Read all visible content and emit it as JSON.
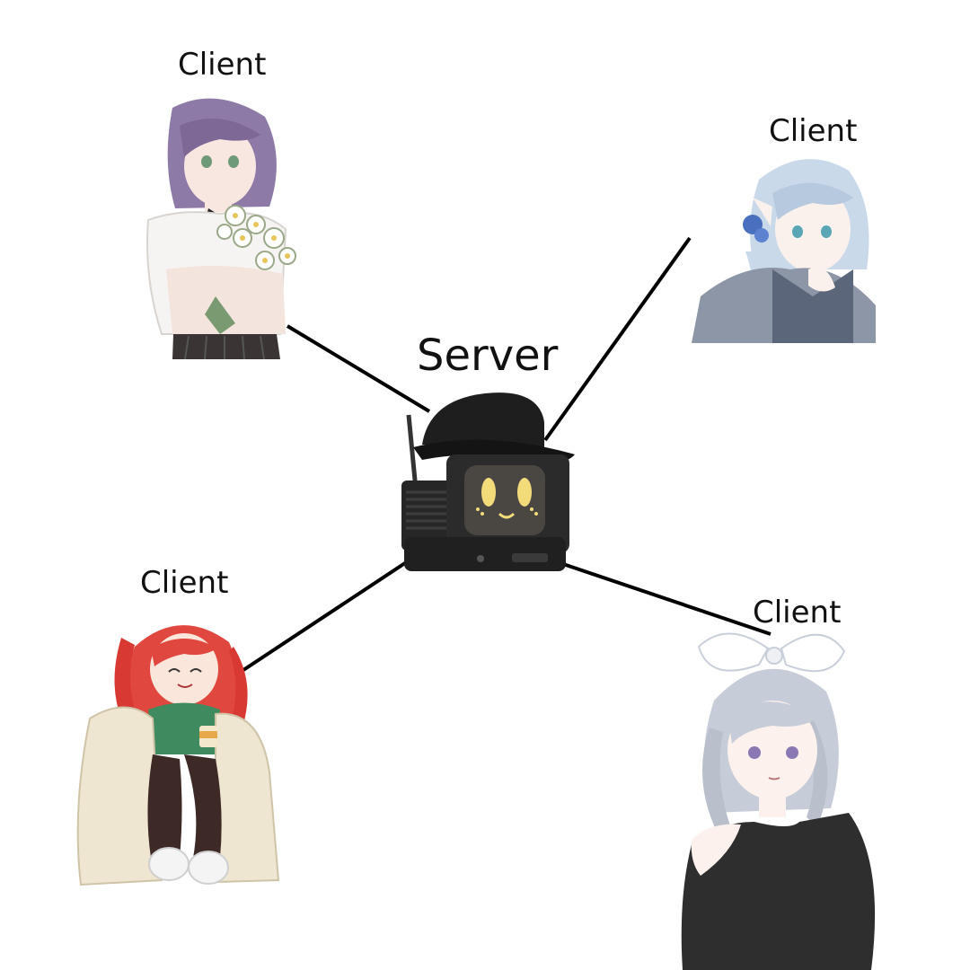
{
  "diagram": {
    "server": {
      "label": "Server"
    },
    "clients": [
      {
        "id": "top-left",
        "label": "Client"
      },
      {
        "id": "top-right",
        "label": "Client"
      },
      {
        "id": "bottom-left",
        "label": "Client"
      },
      {
        "id": "bottom-right",
        "label": "Client"
      }
    ],
    "colors": {
      "line": "#000000",
      "text": "#111111",
      "background": "#ffffff",
      "client_top_left_hair": "#8e7aa6",
      "client_top_right_hair": "#c9d9ea",
      "client_bottom_left_hair": "#e0483f",
      "client_bottom_right_hair": "#c7cdd8",
      "server_body": "#2b2b2b",
      "server_eyes": "#f2dc7a"
    }
  }
}
